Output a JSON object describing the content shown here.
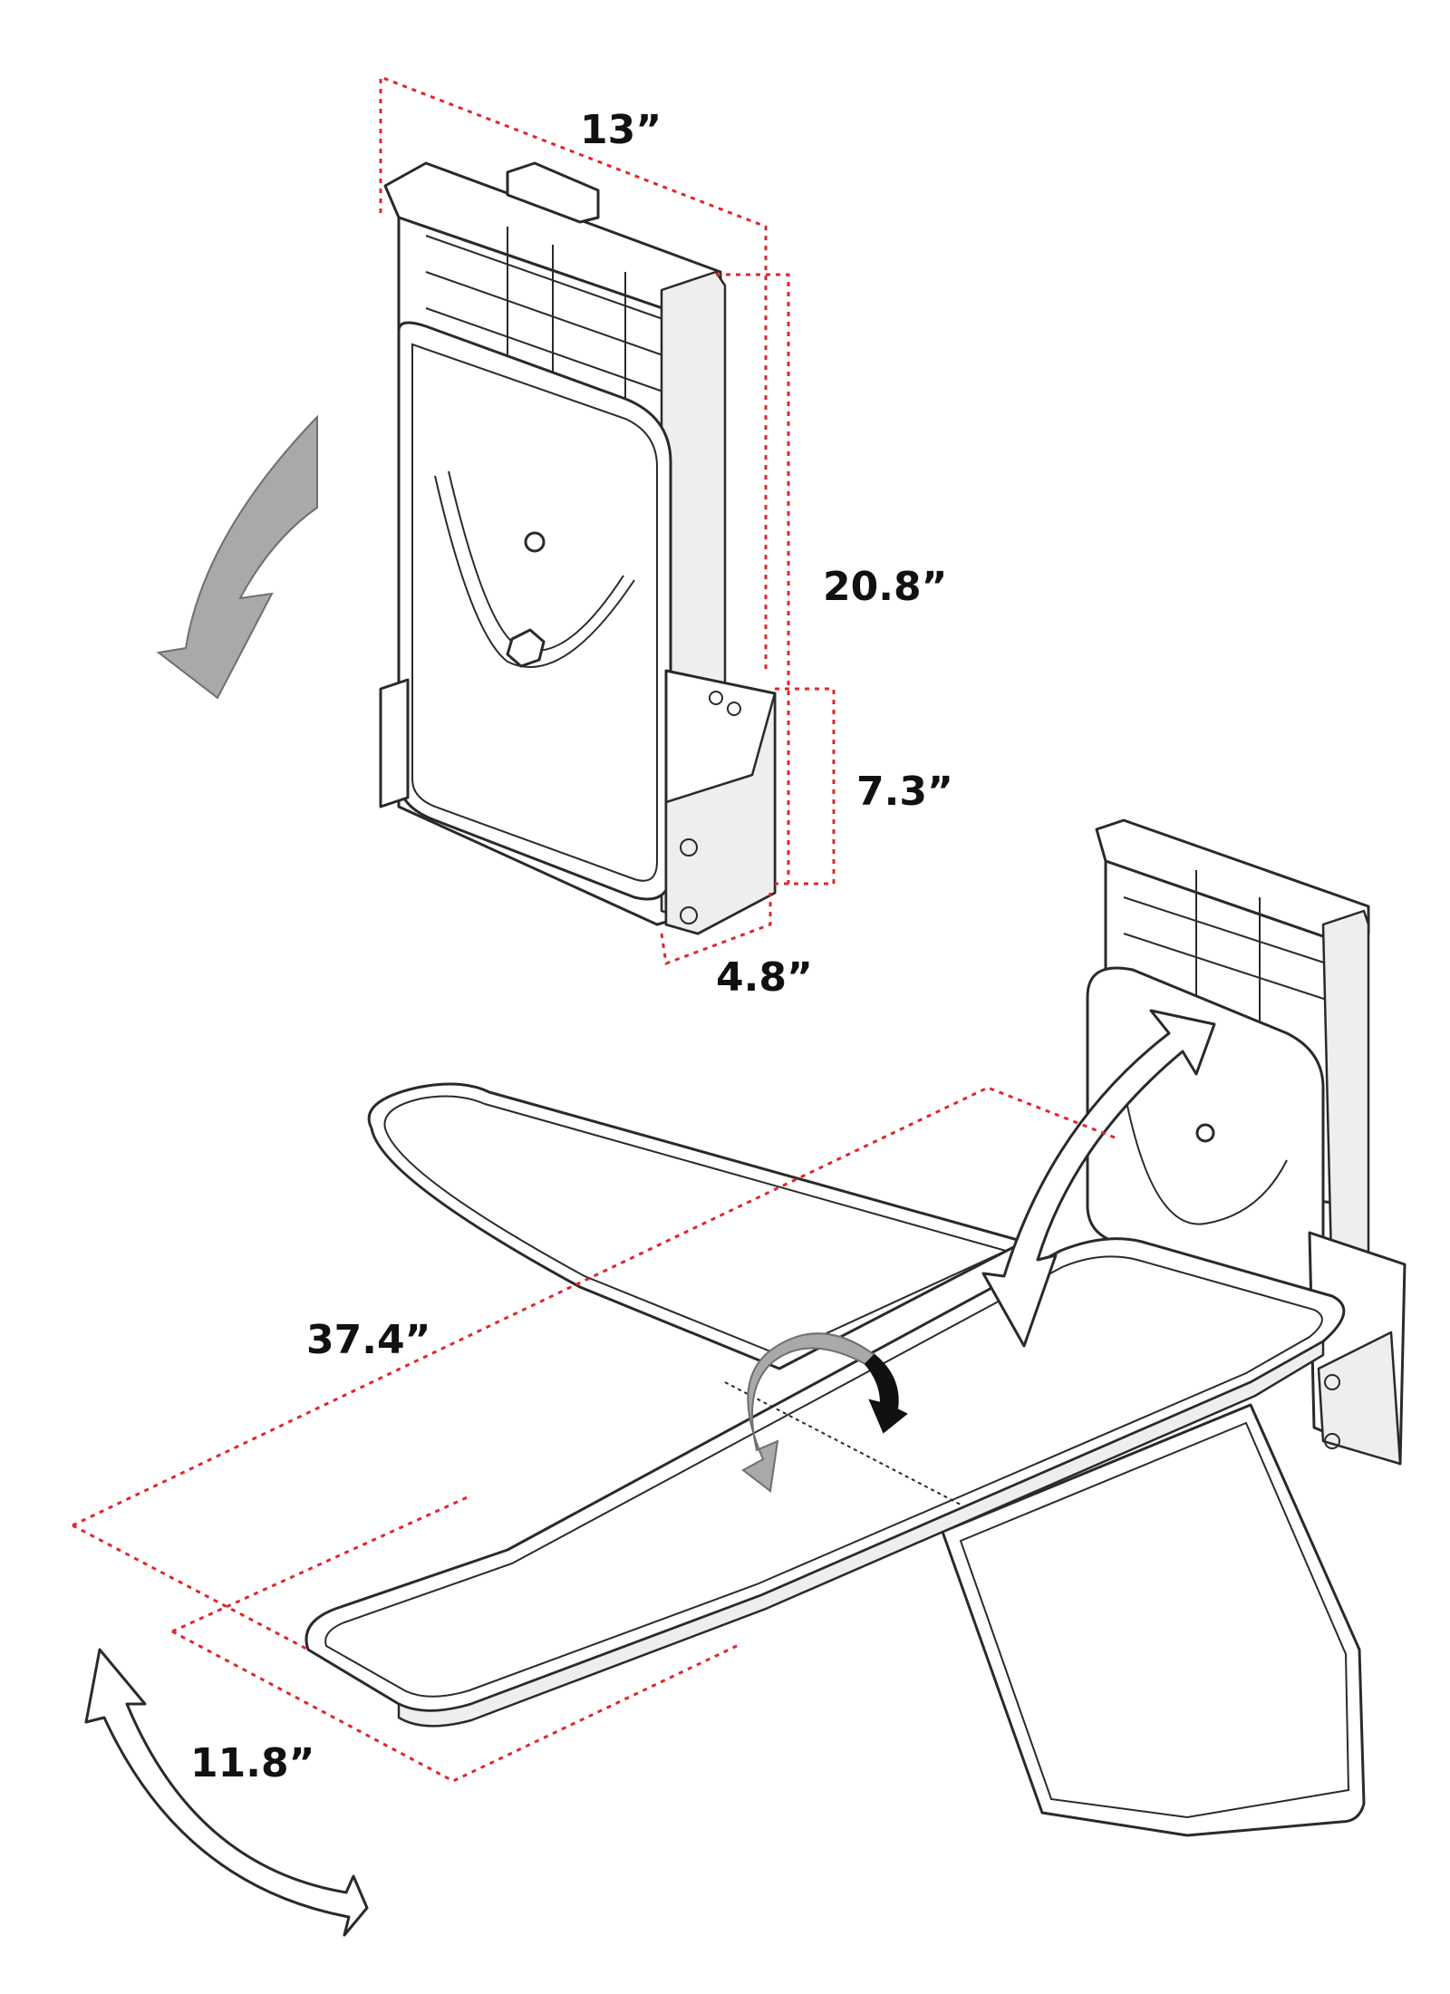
{
  "dimensions": {
    "width": "13”",
    "height": "20.8”",
    "bracket_height": "7.3”",
    "depth": "4.8”",
    "board_length": "37.4”",
    "board_width": "11.8”"
  },
  "colors": {
    "dimension_line": "#e0262b",
    "rotation_arrow": "#a9a9a9",
    "outline": "#2a2a2a"
  },
  "icons": {
    "fold_arrow": "curved-arrow-down-left",
    "lift_arrow": "double-curved-arrow",
    "swivel_arrow": "rotation-arrow",
    "pivot_arrow": "double-curved-arrow-horizontal"
  }
}
